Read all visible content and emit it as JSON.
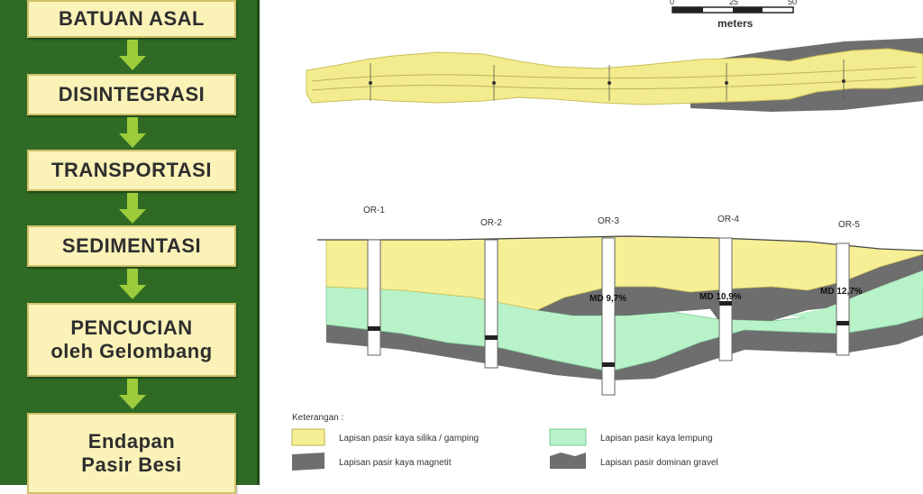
{
  "flow": {
    "steps": [
      {
        "line1": "BATUAN ASAL",
        "line2": ""
      },
      {
        "line1": "DISINTEGRASI",
        "line2": ""
      },
      {
        "line1": "TRANSPORTASI",
        "line2": ""
      },
      {
        "line1": "SEDIMENTASI",
        "line2": ""
      },
      {
        "line1": "PENCUCIAN",
        "line2": "oleh Gelombang"
      },
      {
        "line1": "Endapan",
        "line2": "Pasir Besi"
      }
    ]
  },
  "scale_bar": {
    "ticks": [
      "0",
      "25",
      "50"
    ],
    "unit": "meters"
  },
  "section": {
    "boreholes": [
      "OR-1",
      "OR-2",
      "OR-3",
      "OR-4",
      "OR-5"
    ],
    "md_labels": [
      "MD 9,7%",
      "MD 10,9%",
      "MD 12,7%"
    ]
  },
  "legend": {
    "title": "Keterangan :",
    "items": [
      {
        "label": "Lapisan pasir kaya silika / gamping",
        "color": "#f6ef95"
      },
      {
        "label": "Lapisan pasir kaya lempung",
        "color": "#b8f2c8"
      },
      {
        "label": "Lapisan pasir kaya magnetit",
        "color": "#6e6e6e"
      },
      {
        "label": "Lapisan pasir dominan gravel",
        "color": "#6e6e6e"
      }
    ]
  },
  "colors": {
    "panel_green": "#2f6b24",
    "box_fill": "#fbf2b8",
    "arrow_green": "#9ccb3c",
    "yellow_layer": "#f6ef95",
    "clay_layer": "#b8f2c8",
    "gray_layer": "#6e6e6e"
  }
}
